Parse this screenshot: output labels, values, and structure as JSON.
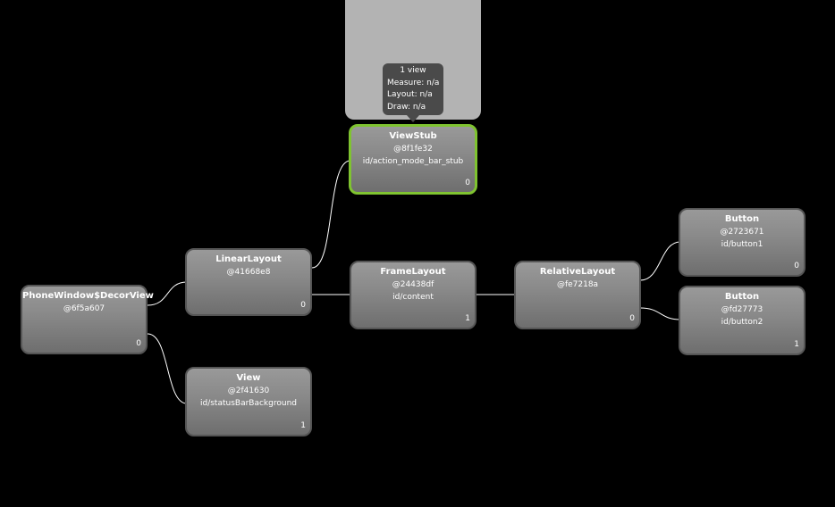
{
  "tooltip": {
    "views": "1 view",
    "measure": "Measure: n/a",
    "layout": "Layout: n/a",
    "draw": "Draw: n/a"
  },
  "nodes": {
    "decor": {
      "name": "PhoneWindow$DecorView",
      "hash": "@6f5a607",
      "id": "",
      "index": "0"
    },
    "linear": {
      "name": "LinearLayout",
      "hash": "@41668e8",
      "id": "",
      "index": "0"
    },
    "view": {
      "name": "View",
      "hash": "@2f41630",
      "id": "id/statusBarBackground",
      "index": "1"
    },
    "stub": {
      "name": "ViewStub",
      "hash": "@8f1fe32",
      "id": "id/action_mode_bar_stub",
      "index": "0"
    },
    "frame": {
      "name": "FrameLayout",
      "hash": "@24438df",
      "id": "id/content",
      "index": "1"
    },
    "relative": {
      "name": "RelativeLayout",
      "hash": "@fe7218a",
      "id": "",
      "index": "0"
    },
    "button1": {
      "name": "Button",
      "hash": "@2723671",
      "id": "id/button1",
      "index": "0"
    },
    "button2": {
      "name": "Button",
      "hash": "@fd27773",
      "id": "id/button2",
      "index": "1"
    }
  },
  "colors": {
    "selected_border": "#7fc330",
    "connector": "#ffffff",
    "background": "#000000"
  }
}
